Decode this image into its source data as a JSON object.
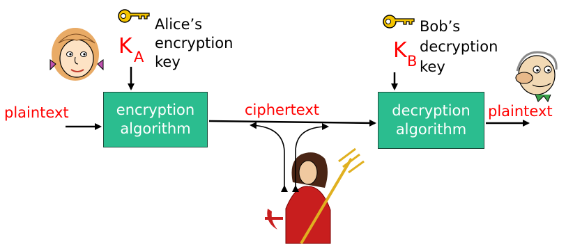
{
  "alice": {
    "key_label_line1": "Alice’s",
    "key_label_line2": "encryption",
    "key_label_line3": "key",
    "key_symbol": "K",
    "key_subscript": "A"
  },
  "bob": {
    "key_label_line1": "Bob’s",
    "key_label_line2": "decryption",
    "key_label_line3": "key",
    "key_symbol": "K",
    "key_subscript": "B"
  },
  "flow": {
    "input_label": "plaintext",
    "channel_label": "ciphertext",
    "output_label": "plaintext"
  },
  "encryption_box": {
    "line1": "encryption",
    "line2": "algorithm"
  },
  "decryption_box": {
    "line1": "decryption",
    "line2": "algorithm"
  },
  "colors": {
    "box_fill": "#2bbd8f",
    "label_red": "#ff0000",
    "key_yellow": "#f4c400"
  },
  "icons": [
    "key-icon",
    "alice-face-icon",
    "bob-face-icon",
    "trudy-devil-icon"
  ]
}
